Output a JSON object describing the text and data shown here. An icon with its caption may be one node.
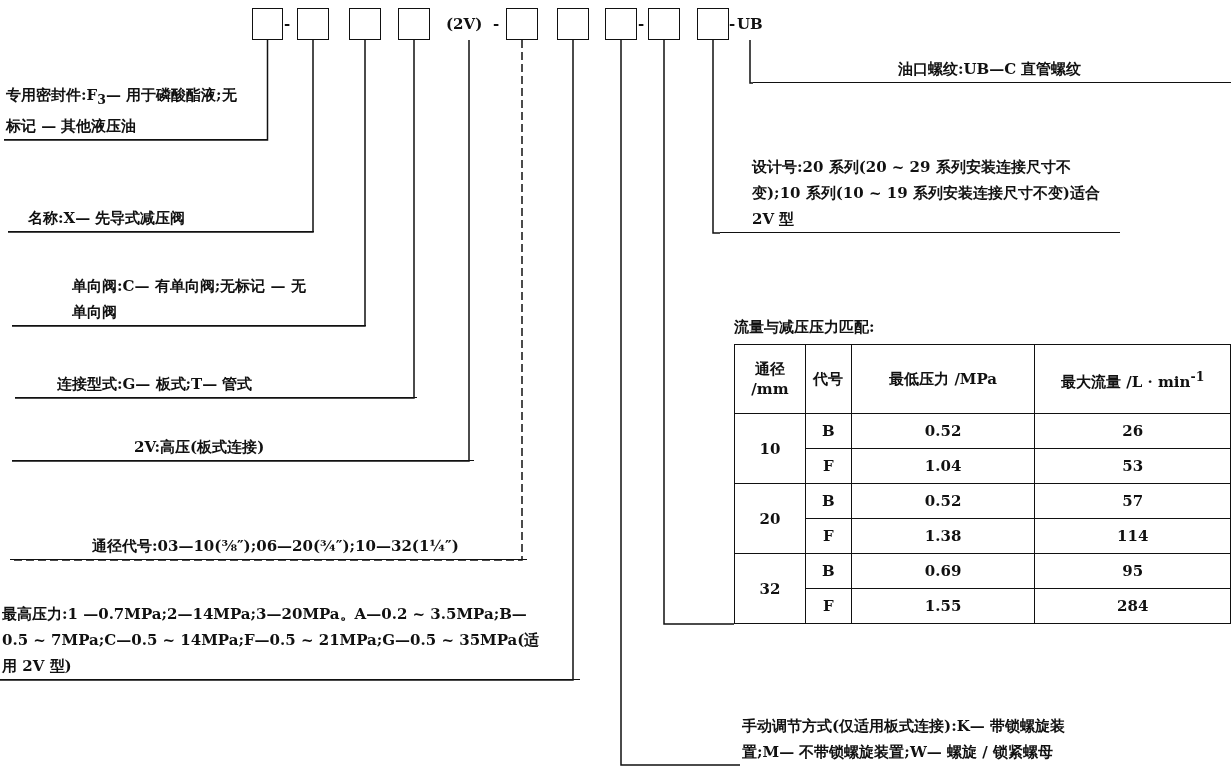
{
  "diagram": {
    "nodes": [
      {
        "text": [],
        "shape": "box"
      },
      {
        "text": [],
        "shape": "box"
      },
      {
        "text": [],
        "shape": "box"
      },
      {
        "text": [],
        "shape": "box"
      },
      {
        "text": [
          "(2V)"
        ]
      },
      {
        "text": [],
        "shape": "box"
      },
      {
        "text": [],
        "shape": "box"
      },
      {
        "text": [],
        "shape": "box"
      },
      {
        "text": [],
        "shape": "box"
      },
      {
        "text": [],
        "shape": "box"
      },
      {
        "text": [
          "UB"
        ]
      },
      {
        "text": [
          "专用密封件:F$_{3}$— 用于磷酸酯液;无标记 — 其他液压油"
        ]
      },
      {
        "text": [
          "名称:X— 先导式减压阀"
        ]
      },
      {
        "text": [
          "单向阀:C— 有单向阀;无标记 — 无单向阀"
        ]
      },
      {
        "text": [
          "连接型式:G— 板式;T— 管式"
        ]
      },
      {
        "text": [
          "2V:高压(板式连接)"
        ]
      },
      {
        "text": [
          "通径代号:03—10(⅜″);06—20(¾″);10—32(1¼″)"
        ]
      },
      {
        "text": [
          "最高压力:1 —0.7MPa;2—14MPa;3—20MPa。A—0.2 ~ 3.5MPa;B—0.5 ~ 7MPa;C—0.5 ~ 14MPa;F—0.5 ~ 21MPa;G—0.5 ~ 35MPa(适用 2V 型)"
        ]
      },
      {
        "text": [
          "油口螺纹:UB—C 直管螺纹"
        ]
      },
      {
        "text": [
          "设计号:20 系列(20 ~ 29 系列安装连接尺寸不变);10 系列(10 ~ 19 系列安装连接尺寸不变)适合 2V 型"
        ]
      },
      {
        "text": [
          "流量与减压压力匹配:"
        ]
      },
      {
        "text": [
          "手动调节方式(仅适用板式连接):K— 带锁螺旋装置;M— 不带锁螺旋装置;W— 螺旋 / 锁紧螺母"
        ]
      }
    ],
    "edges": [
      {
        "from": 0,
        "to": 11,
        "arrow": "none"
      },
      {
        "from": 1,
        "to": 12,
        "arrow": "none"
      },
      {
        "from": 2,
        "to": 13,
        "arrow": "none"
      },
      {
        "from": 3,
        "to": 14,
        "arrow": "none"
      },
      {
        "from": 4,
        "to": 15,
        "arrow": "none"
      },
      {
        "from": 5,
        "to": 16,
        "arrow": "none",
        "style": "dashed"
      },
      {
        "from": 6,
        "to": 17,
        "arrow": "none"
      },
      {
        "from": 7,
        "to": 21,
        "arrow": "none"
      },
      {
        "from": 8,
        "to": 20,
        "arrow": "none"
      },
      {
        "from": 9,
        "to": 19,
        "arrow": "none"
      },
      {
        "from": 10,
        "to": 18,
        "arrow": "none"
      }
    ],
    "labels": [
      "-",
      "-",
      "-",
      "-",
      "通径 /mm",
      "代号",
      "最低压力 /MPa",
      "最大流量 /L · min$^{-1}$",
      "10",
      "B",
      "0.52",
      "26",
      "F",
      "1.04",
      "53",
      "20",
      "B",
      "0.52",
      "57",
      "F",
      "1.38",
      "114",
      "32",
      "B",
      "0.69",
      "95",
      "F",
      "1.55",
      "284"
    ]
  }
}
